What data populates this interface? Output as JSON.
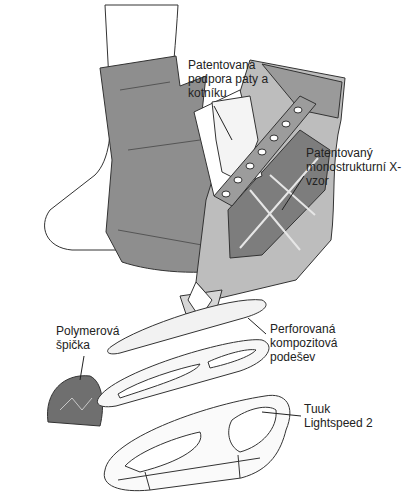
{
  "diagram": {
    "labels": [
      "Patentovaná podpora paty a kotníku",
      "Patentovaný monostrukturní X-vzor",
      "Polymerová špička",
      "Perforovaná kompozitová podešev",
      "Tuuk Lightspeed 2"
    ]
  }
}
